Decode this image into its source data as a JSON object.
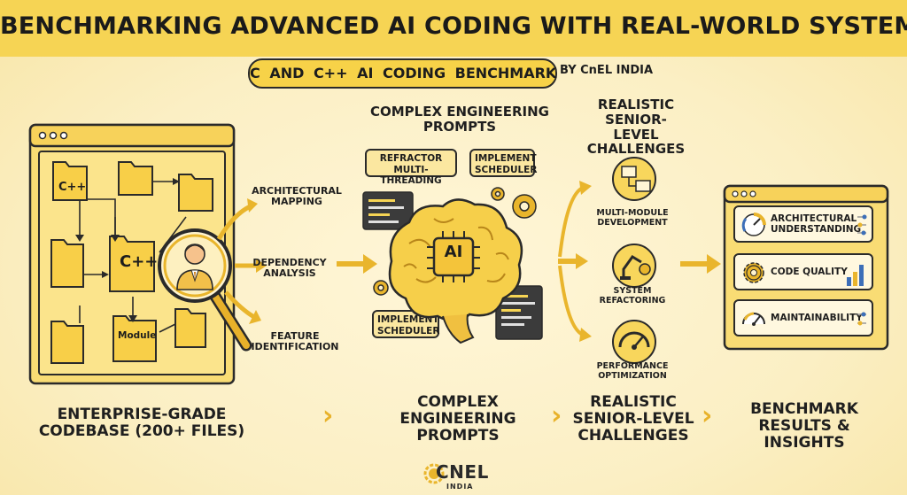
{
  "header": {
    "title": "BENCHMARKING ADVANCED AI CODING WITH REAL-WORLD SYSTEMS",
    "subtitle": "C AND C++ AI CODING BENCHMARK",
    "byline": "BY CnEL INDIA"
  },
  "codebase": {
    "folders": [
      "C++",
      "C++",
      "Module"
    ],
    "analysis_labels": [
      "ARCHITECTURAL MAPPING",
      "DEPENDENCY ANALYSIS",
      "FEATURE IDENTIFICATION"
    ]
  },
  "prompts": {
    "heading": "COMPLEX ENGINEERING PROMPTS",
    "bubbles": [
      "REFRACTOR MULTI-THREADING",
      "IMPLEMENT SCHEDULER",
      "IMPLEMENT SCHEDULER"
    ],
    "chip": "AI"
  },
  "challenges": {
    "heading": "REALISTIC SENIOR-LEVEL CHALLENGES",
    "items": [
      "MULTI-MODULE DEVELOPMENT",
      "SYSTEM REFACTORING",
      "PERFORMANCE OPTIMIZATION"
    ]
  },
  "results": {
    "cards": [
      "ARCHITECTURAL UNDERSTANDING",
      "CODE QUALITY",
      "MAINTAINABILITY"
    ]
  },
  "pipeline": {
    "steps": [
      "ENTERPRISE-GRADE CODEBASE (200+ FILES)",
      "COMPLEX ENGINEERING PROMPTS",
      "REALISTIC SENIOR-LEVEL CHALLENGES",
      "BENCHMARK RESULTS & INSIGHTS"
    ]
  },
  "logo": {
    "text": "CNEL",
    "subtext": "INDIA"
  },
  "colors": {
    "accent": "#f6d454",
    "ink": "#2a2a2a",
    "panel": "#fbe7a0"
  }
}
